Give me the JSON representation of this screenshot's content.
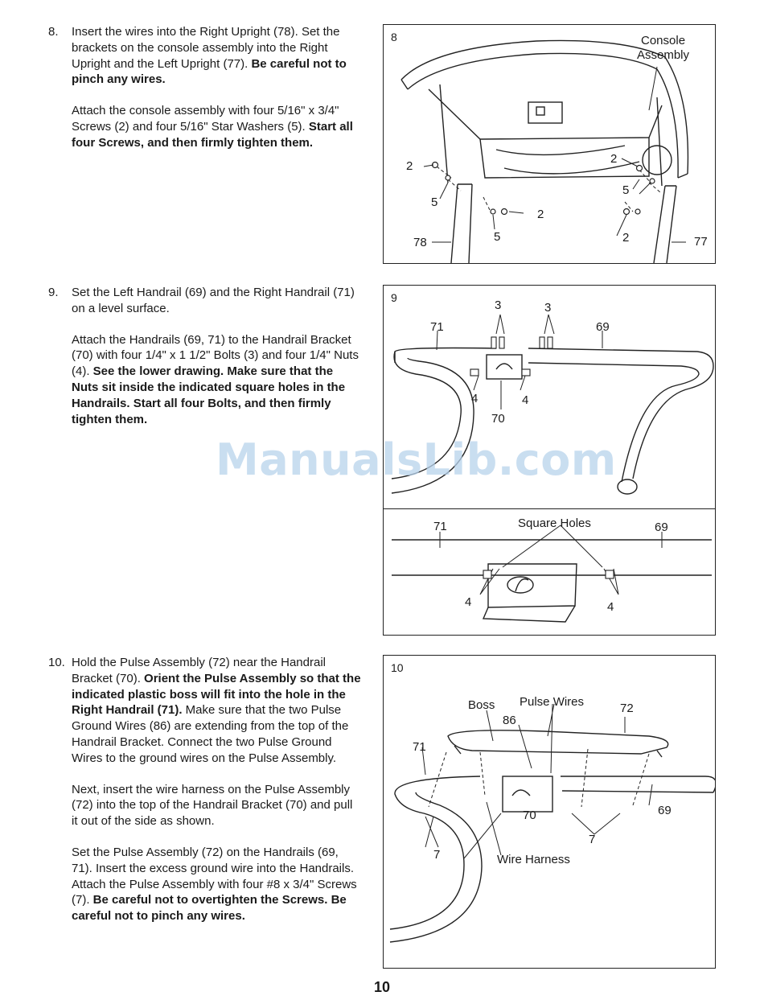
{
  "steps": [
    {
      "number": "8.",
      "paragraphs": [
        [
          {
            "t": "Insert the wires into the Right Upright (78). Set the brackets on the console assembly into the Right Upright and the Left Upright (77). "
          },
          {
            "t": "Be careful not to pinch any wires.",
            "b": true
          }
        ],
        [
          {
            "t": "Attach the console assembly with four 5/16\" x 3/4\" Screws (2) and four 5/16\" Star Washers (5). "
          },
          {
            "t": "Start all four Screws, and then firmly tighten them.",
            "b": true
          }
        ]
      ]
    },
    {
      "number": "9.",
      "paragraphs": [
        [
          {
            "t": "Set the Left Handrail (69) and the Right Handrail (71) on a level surface."
          }
        ],
        [
          {
            "t": "Attach the Handrails (69, 71) to the Handrail Bracket (70) with four 1/4\" x 1 1/2\" Bolts (3) and four 1/4\" Nuts (4). "
          },
          {
            "t": "See the lower drawing. Make sure that the Nuts sit inside the indicated square holes in the Handrails. Start all four Bolts, and then firmly tighten them.",
            "b": true
          }
        ]
      ]
    },
    {
      "number": "10.",
      "paragraphs": [
        [
          {
            "t": "Hold the Pulse Assembly (72) near the Handrail Bracket (70). "
          },
          {
            "t": "Orient the Pulse Assembly so that the indicated plastic boss will fit into the hole in the Right Handrail (71).",
            "b": true
          },
          {
            "t": " Make sure that the two Pulse Ground Wires (86) are extending from the top of the Handrail Bracket. Connect the two Pulse Ground Wires to the ground wires on the Pulse Assembly."
          }
        ],
        [
          {
            "t": "Next, insert the wire harness on the Pulse Assembly (72) into the top of the Handrail Bracket (70) and pull it out of the side as shown."
          }
        ],
        [
          {
            "t": "Set the Pulse Assembly (72) on the Handrails (69, 71). Insert the excess ground wire into the Handrails. Attach the Pulse Assembly with four #8 x 3/4\" Screws (7). "
          },
          {
            "t": "Be careful not to overtighten the Screws. Be careful not to pinch any wires.",
            "b": true
          }
        ]
      ]
    }
  ],
  "fig8": {
    "number": "8",
    "console_label_1": "Console",
    "console_label_2": "Assembly",
    "labels": {
      "screw_l": "2",
      "washer_l": "5",
      "screw_m": "2",
      "washer_m": "5",
      "screw_r": "2",
      "washer_r": "5",
      "screw_rb": "2",
      "upright_r": "78",
      "upright_l": "77"
    }
  },
  "fig9": {
    "number": "9",
    "labels": {
      "bolts_l": "3",
      "bolts_r": "3",
      "rail_r": "71",
      "rail_l": "69",
      "nuts_l": "4",
      "nuts_r": "4",
      "bracket": "70"
    },
    "detail": {
      "rail_r": "71",
      "square_holes": "Square Holes",
      "rail_l": "69",
      "nuts_l": "4",
      "nuts_r": "4"
    }
  },
  "fig10": {
    "number": "10",
    "labels": {
      "boss": "Boss",
      "pulse_wires": "Pulse Wires",
      "pulse_assy": "72",
      "ground_wires": "86",
      "rail_r": "71",
      "rail_l": "69",
      "bracket": "70",
      "screws_l": "7",
      "screws_r": "7",
      "wire_harness": "Wire Harness"
    }
  },
  "watermark": "ManualsLib.com",
  "page_number": "10"
}
